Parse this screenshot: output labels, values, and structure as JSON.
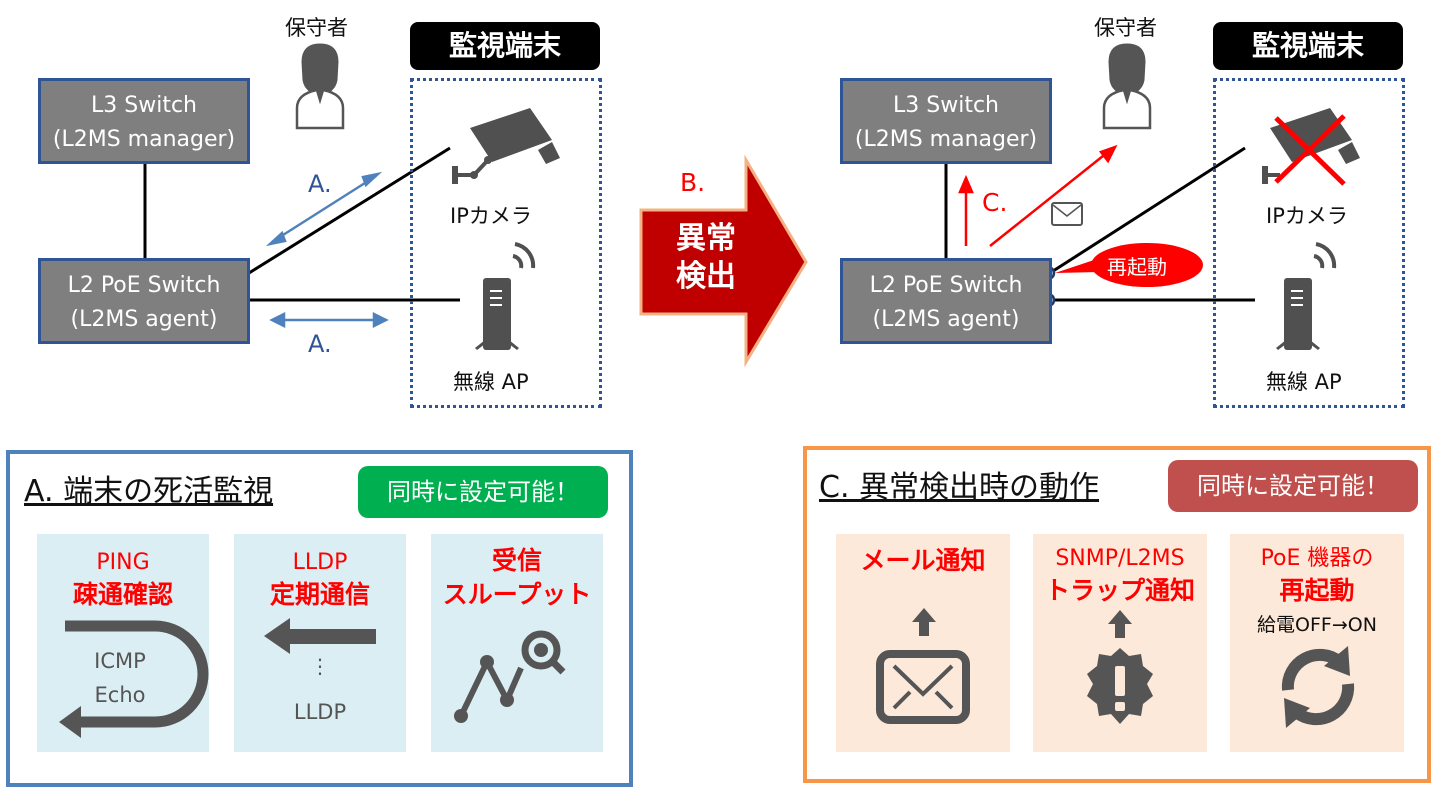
{
  "left_diagram": {
    "l3_switch": {
      "line1": "L3 Switch",
      "line2": "(L2MS manager)"
    },
    "l2_switch": {
      "line1": "L2 PoE Switch",
      "line2": "(L2MS agent)"
    },
    "maintainer_label": "保守者",
    "monitor_tag": "監視端末",
    "camera_label": "IPカメラ",
    "ap_label": "無線 AP",
    "arrow_label_a1": "A.",
    "arrow_label_a2": "A."
  },
  "transition_arrow": {
    "step_label": "B.",
    "line1": "異常",
    "line2": "検出"
  },
  "right_diagram": {
    "l3_switch": {
      "line1": "L3 Switch",
      "line2": "(L2MS manager)"
    },
    "l2_switch": {
      "line1": "L2 PoE Switch",
      "line2": "(L2MS agent)"
    },
    "maintainer_label": "保守者",
    "monitor_tag": "監視端末",
    "camera_label": "IPカメラ",
    "ap_label": "無線 AP",
    "arrow_label_c": "C.",
    "reboot_callout": "再起動"
  },
  "panel_a": {
    "title": "A. 端末の死活監視",
    "badge": "同時に設定可能！",
    "badge_color": "#00b050",
    "border_color": "#4f81bd",
    "cards": [
      {
        "line1": "PING",
        "line2": "疎通確認",
        "icon_text1": "ICMP",
        "icon_text2": "Echo",
        "icon": "u-turn-arrow-icon"
      },
      {
        "line1": "LLDP",
        "line2": "定期通信",
        "icon_text1": "⋮",
        "icon_text2": "LLDP",
        "icon": "left-arrow-icon"
      },
      {
        "line1": "受信",
        "line2": "スループット",
        "icon": "chart-search-icon"
      }
    ]
  },
  "panel_c": {
    "title": "C. 異常検出時の動作",
    "badge": "同時に設定可能！",
    "badge_color": "#c0504d",
    "border_color": "#f79646",
    "cards": [
      {
        "line1": "メール通知",
        "icon": "mail-upload-icon"
      },
      {
        "line1": "SNMP/L2MS",
        "line2": "トラップ通知",
        "icon": "alert-upload-icon"
      },
      {
        "line1": "PoE 機器の",
        "line2": "再起動",
        "sub": "給電OFF→ON",
        "icon": "refresh-icon"
      }
    ]
  }
}
